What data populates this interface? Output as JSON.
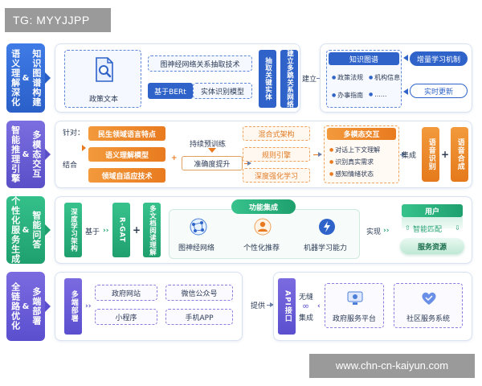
{
  "watermarks": {
    "top": "TG: MYYJJPP",
    "bottom": "www.chn-cn-kaiyun.com"
  },
  "colors": {
    "blue": "#2f63c9",
    "purple": "#5a4fc7",
    "orange": "#e97a1f",
    "green": "#1fa06e",
    "violet": "#5b4fcf"
  },
  "row1": {
    "tab_left": "知识图谱构建",
    "tab_amp": "&",
    "tab_right": "语义理解深化",
    "doc_label": "政策文本",
    "doc_icon": "document-search-icon",
    "relation_tech": "图神经网络关系抽取技术",
    "bert_label": "基于BERt",
    "entity_model": "实体识别模型",
    "extract_btn": "抽取关键实体",
    "build_rel_btn": "建立多跳关系网络",
    "build_label": "建立",
    "kg_title": "知识图谱",
    "kg_items": [
      "政策法规",
      "机构信息",
      "办事指南",
      "......"
    ],
    "incremental": "增量学习机制",
    "realtime": "实时更新"
  },
  "row2": {
    "tab_left": "多模态交互",
    "tab_amp": "&",
    "tab_right": "智能推理引擎",
    "target_label": "针对：",
    "combine_label": "结合",
    "pill_1": "民生领域语言特点",
    "pill_2": "语义理解模型",
    "pill_3": "领域自适应技术",
    "pretrain": "持续预训练",
    "accuracy": "准确度提升",
    "hybrid_1": "混合式架构",
    "hybrid_2": "规则引擎",
    "hybrid_3": "深度强化学习",
    "mm_title": "多模态交互",
    "mm_items": [
      "对话上下文理解",
      "识别真实需求",
      "感知情绪状态"
    ],
    "integrate": "集成",
    "speech_rec": "语音识别",
    "plus": "+",
    "speech_syn": "语音合成"
  },
  "row3": {
    "tab_left": "智能问答",
    "tab_amp": "&",
    "tab_right": "个性化服务生成",
    "deep_arch": "深度学习架构",
    "based_on": "基于",
    "rgat": "R-GAT",
    "plus": "+",
    "multi_doc": "多文档阅读理解",
    "func_title": "功能集成",
    "func_items": [
      {
        "label": "图神经网络",
        "icon": "graph-network-icon"
      },
      {
        "label": "个性化推荐",
        "icon": "recommend-icon"
      },
      {
        "label": "机器学习能力",
        "icon": "machine-learning-icon"
      }
    ],
    "realize": "实现",
    "user": "用户",
    "smart_match": "智能匹配",
    "service_res": "服务资源"
  },
  "row4": {
    "tab_left": "多端部署",
    "tab_amp": "&",
    "tab_right": "全链路优化",
    "multi_deploy": "多端部署",
    "channels": [
      "政府网站",
      "微信公众号",
      "小程序",
      "手机APP"
    ],
    "provide": "提供",
    "api": "API接口",
    "seamless_1": "无缝",
    "seamless_2": "∞",
    "seamless_3": "集成",
    "platform_1": "政府服务平台",
    "platform_2": "社区服务系统"
  }
}
